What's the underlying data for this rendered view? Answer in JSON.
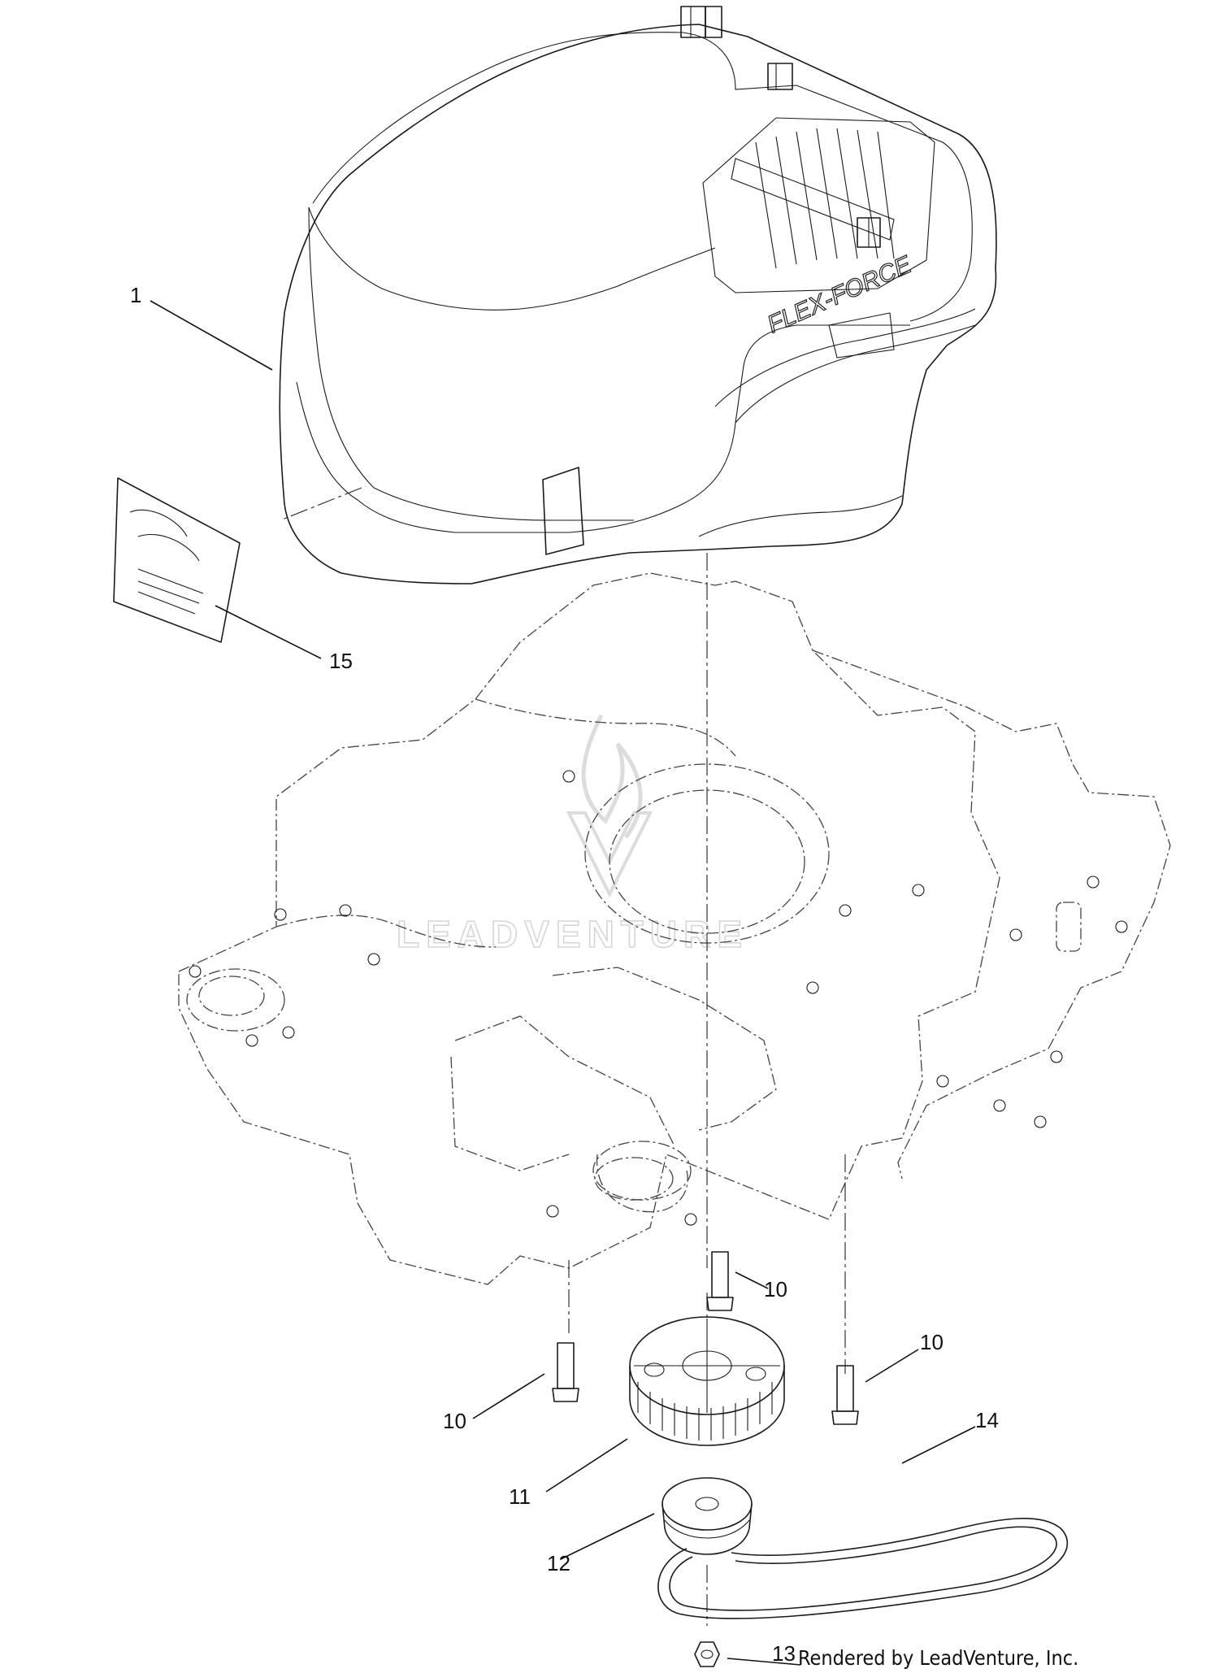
{
  "callouts": [
    "1",
    "15",
    "10",
    "10",
    "10",
    "11",
    "12",
    "14",
    "13"
  ],
  "labels": {
    "brand": "FLEX-FORCE",
    "watermark": "LEADVENTURE",
    "credit": "Rendered by LeadVenture, Inc."
  }
}
